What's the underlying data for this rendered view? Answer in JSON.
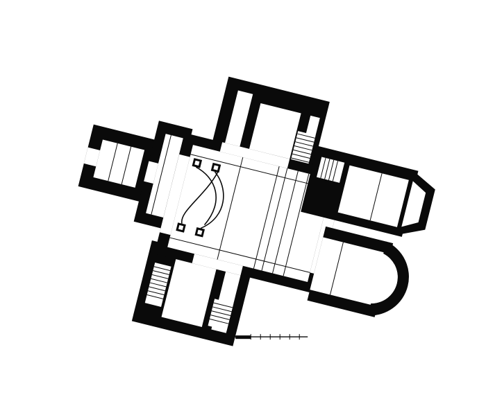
{
  "drawing": {
    "ink_color": "#0a0a0a",
    "paper_color": "#ffffff"
  },
  "scale_bar": {
    "divisions": 6
  },
  "columns": {
    "count": 4
  },
  "staircases": {
    "count": 4
  }
}
